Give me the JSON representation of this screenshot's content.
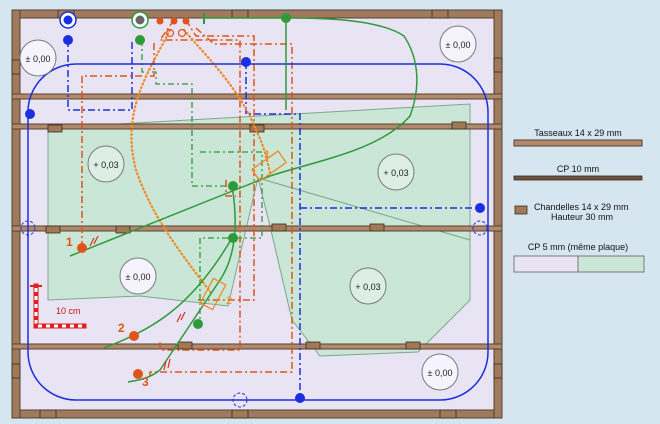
{
  "zones": {
    "top_left": "± 0,00",
    "top_right": "± 0,00",
    "mid_left": "+ 0,03",
    "mid_right": "+ 0,03",
    "low_left": "± 0,00",
    "low_right": "+ 0,03",
    "bottom_right": "± 0,00"
  },
  "markers": {
    "m1": "1",
    "m2": "2",
    "m3": "3",
    "crane1": "1",
    "crane2": "2"
  },
  "scale_label": "10 cm",
  "legend": {
    "tasseaux": "Tasseaux 14 x 29 mm",
    "cp10": "CP 10 mm",
    "chandelles_line1": "Chandelles 14 x 29 mm",
    "chandelles_line2": "Hauteur 30 mm",
    "cp5": "CP 5 mm (même plaque)"
  },
  "colors": {
    "background": "#d6e6f0",
    "plate_purple": "#e8e4f3",
    "plate_green": "#c9e6d6",
    "beam": "#9e7a5f",
    "track_green": "#2f9a3a",
    "wire_blue": "#1c2fe0",
    "wire_red": "#e0541c",
    "wire_orange": "#f08a2a"
  }
}
